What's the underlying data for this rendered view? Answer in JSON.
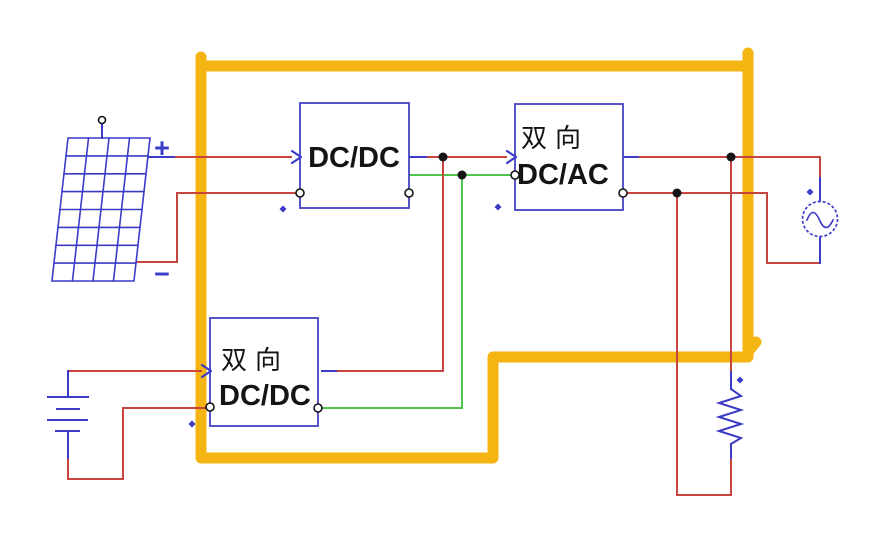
{
  "blocks": {
    "boost": {
      "label": "DC/DC"
    },
    "inverter": {
      "line1": "双向",
      "line2": "DC/AC"
    },
    "storage": {
      "line1": "双向",
      "line2": "DC/DC"
    }
  },
  "labels": {
    "pv_plus": "+",
    "pv_minus": "−"
  },
  "colors": {
    "wire_red": "#C8443E",
    "wire_green": "#4FC44F",
    "schematic_blue": "#3B3BC8",
    "block_border": "#4444C4",
    "highlight_yellow": "#F4B512",
    "ink": "#141414",
    "background": "#FFFFFF"
  },
  "icons": {
    "pv_array": "slanted-grid-panel",
    "battery": "stacked-plates",
    "ac_source": "dashed-circle-sine-wave",
    "load_resistor": "zigzag",
    "open_terminal": "small-open-circle",
    "junction": "filled-black-dot",
    "block_input": "blue-arrowhead",
    "annotation": "thick-yellow-outline"
  }
}
